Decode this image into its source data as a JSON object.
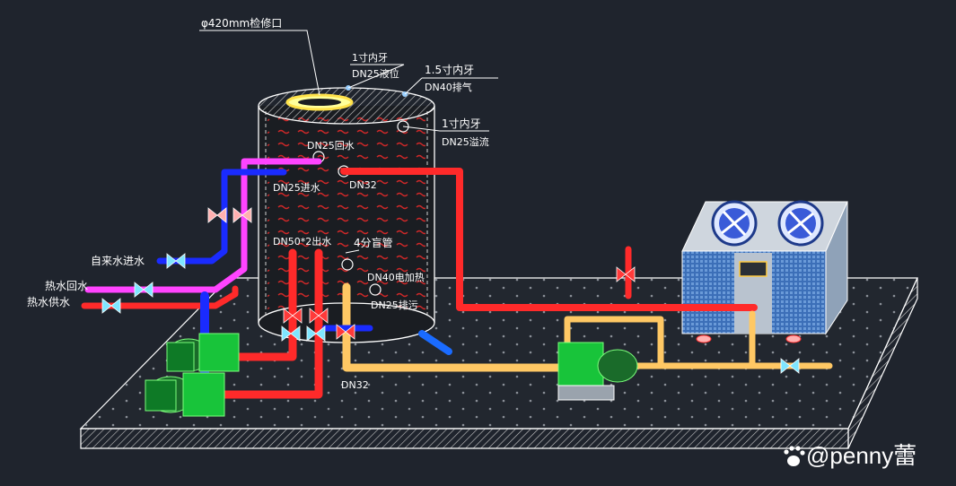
{
  "labels": {
    "inspection_port": "φ420mm检修口",
    "level_thread": "1寸内牙",
    "level": "DN25液位",
    "vent_thread": "1.5寸内牙",
    "vent": "DN40排气",
    "overflow_thread": "1寸内牙",
    "overflow": "DN25溢流",
    "return_port": "DN25回水",
    "inlet_port": "DN25进水",
    "dn32_port": "DN32",
    "outlet_ports": "DN50*2出水",
    "blind_pipe": "4分盲管",
    "heater": "DN40电加热",
    "drain": "DN25排污",
    "tap_water_in": "自来水进水",
    "hot_water_return": "热水回水",
    "hot_water_supply": "热水供水",
    "dn32_bottom": "DN32"
  },
  "watermark": "@penny蕾",
  "colors": {
    "background": "#1f242d",
    "hot_pipe": "#ff2a2a",
    "cold_pipe": "#1a2bff",
    "return_pipe": "#ff44ff",
    "circulation_pipe": "#ffc864",
    "pump": "#18c43a",
    "valve": "#ff3a3a"
  }
}
